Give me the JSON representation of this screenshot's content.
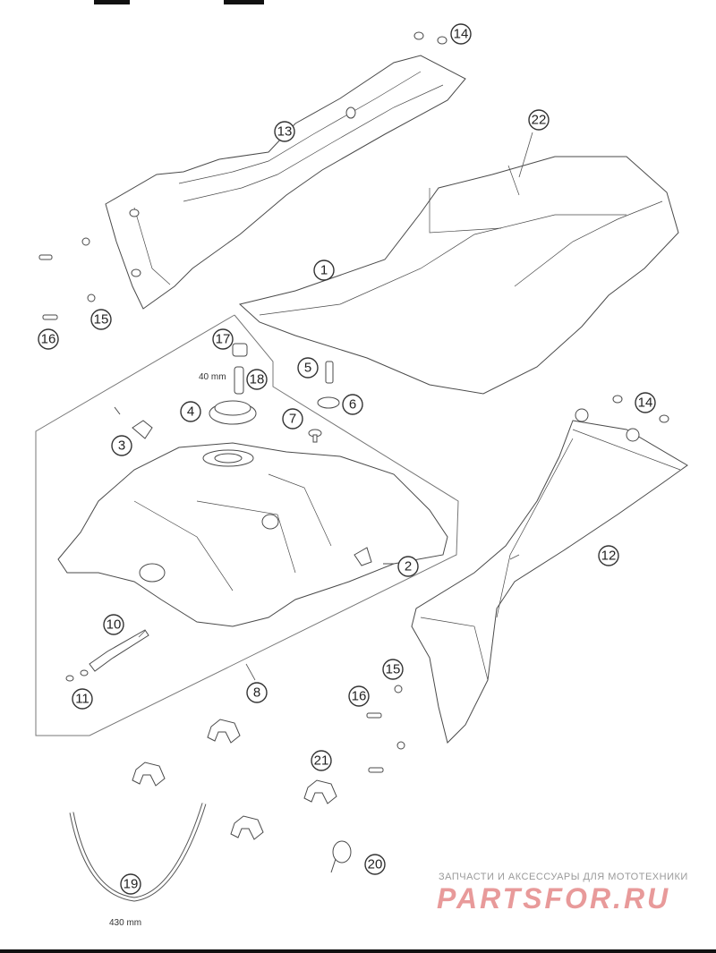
{
  "diagram": {
    "callouts": [
      "1",
      "2",
      "3",
      "4",
      "5",
      "6",
      "7",
      "8",
      "10",
      "11",
      "12",
      "13",
      "14",
      "14",
      "15",
      "15",
      "16",
      "16",
      "17",
      "18",
      "19",
      "20",
      "21",
      "22"
    ],
    "dimensions": {
      "hose_40": "40 mm",
      "hose_430": "430 mm"
    }
  },
  "watermark": {
    "caption": "ЗАПЧАСТИ И АКСЕССУАРЫ ДЛЯ МОТОТЕХНИКИ",
    "brand": "PARTSFOR.RU",
    "brand_color": "#e89a9a"
  }
}
